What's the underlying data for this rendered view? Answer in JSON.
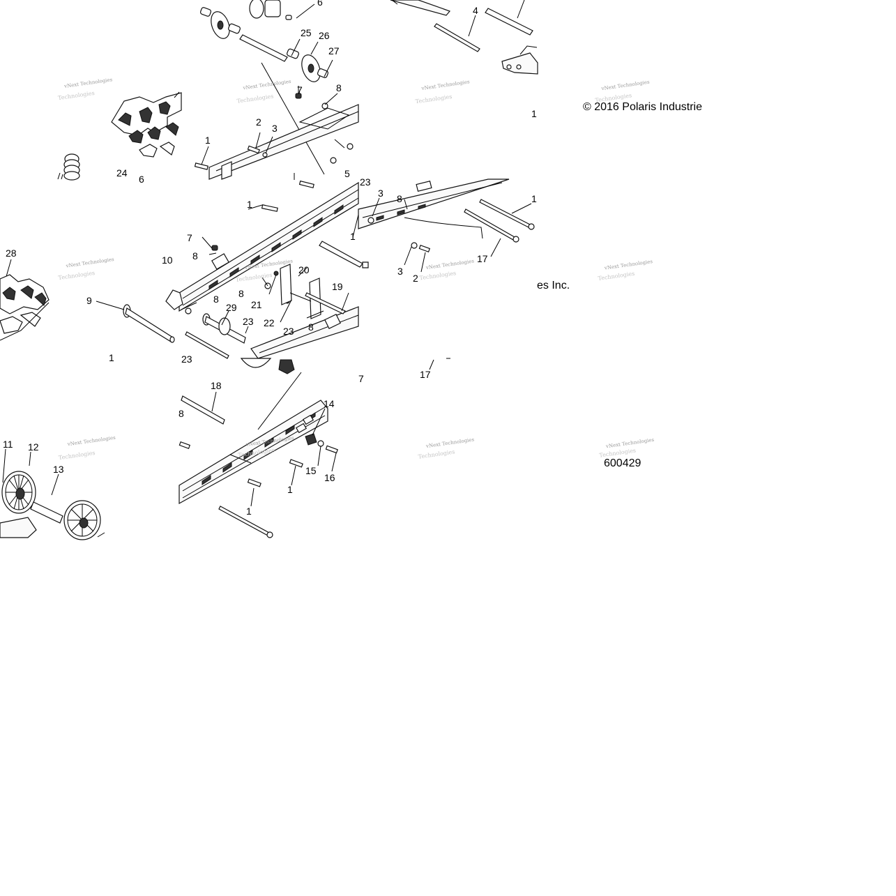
{
  "diagram": {
    "copyright": "© 2016 Polaris Industrie",
    "copyright_fragment": "es Inc.",
    "diagram_number": "600429",
    "watermark_lines": [
      "vNext Technologies",
      "Technologies"
    ],
    "callouts": [
      {
        "id": "c1",
        "text": "6"
      },
      {
        "id": "c2",
        "text": "25"
      },
      {
        "id": "c3",
        "text": "26"
      },
      {
        "id": "c4",
        "text": "27"
      },
      {
        "id": "c5",
        "text": "4"
      },
      {
        "id": "c6",
        "text": "7"
      },
      {
        "id": "c7",
        "text": "8"
      },
      {
        "id": "c8",
        "text": "2"
      },
      {
        "id": "c9",
        "text": "3"
      },
      {
        "id": "c10",
        "text": "1"
      },
      {
        "id": "c11",
        "text": "24"
      },
      {
        "id": "c12",
        "text": "6"
      },
      {
        "id": "c13",
        "text": "5"
      },
      {
        "id": "c14",
        "text": "1"
      },
      {
        "id": "c15",
        "text": "23"
      },
      {
        "id": "c16",
        "text": "3"
      },
      {
        "id": "c17",
        "text": "8"
      },
      {
        "id": "c18",
        "text": "1"
      },
      {
        "id": "c19",
        "text": "1"
      },
      {
        "id": "c20",
        "text": "28"
      },
      {
        "id": "c21",
        "text": "7"
      },
      {
        "id": "c22",
        "text": "8"
      },
      {
        "id": "c23",
        "text": "10"
      },
      {
        "id": "c24",
        "text": "20"
      },
      {
        "id": "c25",
        "text": "8"
      },
      {
        "id": "c26",
        "text": "21"
      },
      {
        "id": "c27",
        "text": "19"
      },
      {
        "id": "c28",
        "text": "9"
      },
      {
        "id": "c29",
        "text": "8"
      },
      {
        "id": "c30",
        "text": "29"
      },
      {
        "id": "c31",
        "text": "22"
      },
      {
        "id": "c32",
        "text": "23"
      },
      {
        "id": "c33",
        "text": "23"
      },
      {
        "id": "c34",
        "text": "8"
      },
      {
        "id": "c35",
        "text": "3"
      },
      {
        "id": "c36",
        "text": "2"
      },
      {
        "id": "c37",
        "text": "17"
      },
      {
        "id": "c38",
        "text": "1"
      },
      {
        "id": "c39",
        "text": "17"
      },
      {
        "id": "c40",
        "text": "7"
      },
      {
        "id": "c41",
        "text": "18"
      },
      {
        "id": "c42",
        "text": "8"
      },
      {
        "id": "c43",
        "text": "14"
      },
      {
        "id": "c44",
        "text": "11"
      },
      {
        "id": "c45",
        "text": "12"
      },
      {
        "id": "c46",
        "text": "13"
      },
      {
        "id": "c47",
        "text": "15"
      },
      {
        "id": "c48",
        "text": "16"
      },
      {
        "id": "c49",
        "text": "1"
      },
      {
        "id": "c50",
        "text": "1"
      },
      {
        "id": "c51",
        "text": "23"
      },
      {
        "id": "c52",
        "text": "1"
      },
      {
        "id": "c53",
        "text": "1"
      }
    ]
  }
}
